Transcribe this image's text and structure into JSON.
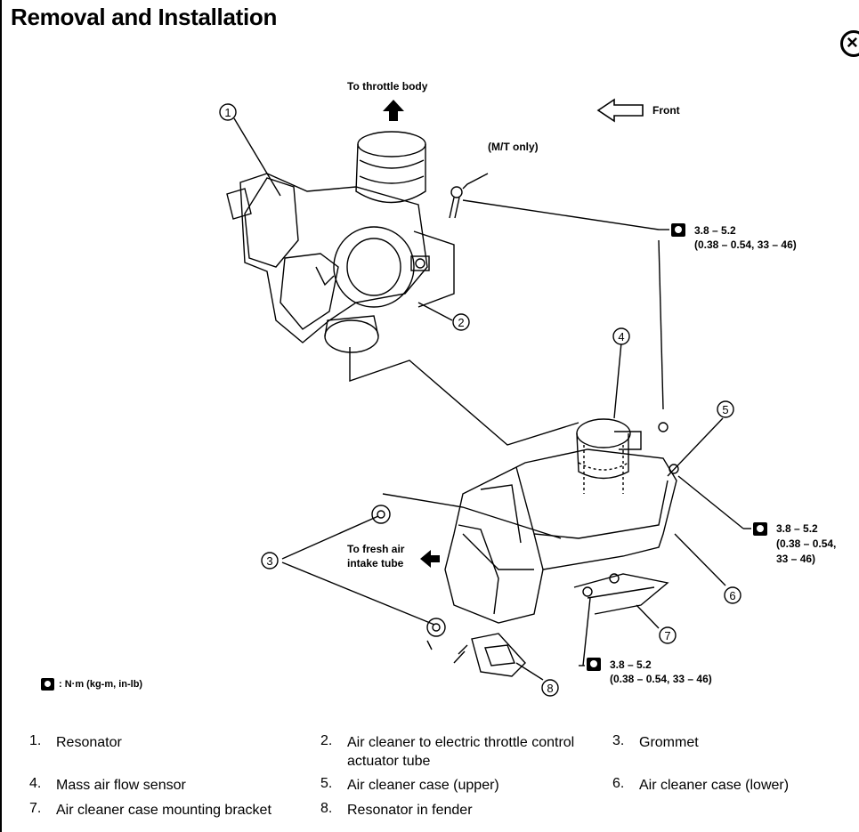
{
  "title": "Removal and Installation",
  "diagram_labels": {
    "to_throttle": "To throttle body",
    "front": "Front",
    "mt_only": "(M/T only)",
    "fresh_air_1": "To fresh air",
    "fresh_air_2": "intake tube"
  },
  "torque": [
    {
      "line1": "3.8 – 5.2",
      "line2": "(0.38 – 0.54, 33 – 46)"
    },
    {
      "line1": "3.8 – 5.2",
      "line2": "(0.38 – 0.54,",
      "line3": "33 – 46)"
    },
    {
      "line1": "3.8 – 5.2",
      "line2": "(0.38 – 0.54, 33 – 46)"
    }
  ],
  "callouts": [
    "1",
    "2",
    "3",
    "4",
    "5",
    "6",
    "7",
    "8"
  ],
  "legend": ": N·m (kg-m, in-lb)",
  "parts": [
    {
      "num": "1.",
      "name": "Resonator"
    },
    {
      "num": "2.",
      "name": "Air cleaner to electric throttle control actuator tube"
    },
    {
      "num": "3.",
      "name": "Grommet"
    },
    {
      "num": "4.",
      "name": "Mass air flow sensor"
    },
    {
      "num": "5.",
      "name": "Air cleaner case (upper)"
    },
    {
      "num": "6.",
      "name": "Air cleaner case (lower)"
    },
    {
      "num": "7.",
      "name": "Air cleaner case mounting bracket"
    },
    {
      "num": "8.",
      "name": "Resonator in fender"
    }
  ]
}
